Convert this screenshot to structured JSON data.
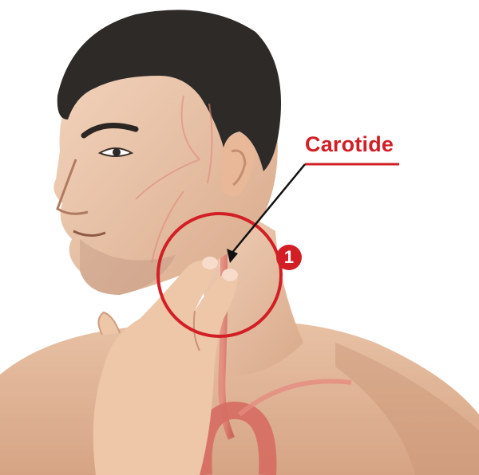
{
  "label": {
    "text": "Carotide",
    "color": "#d21f26"
  },
  "marker": {
    "number": "1",
    "color": "#d21f26"
  },
  "icons": [
    "person-illustration",
    "carotid-artery",
    "pointer-arrow",
    "highlight-circle"
  ]
}
